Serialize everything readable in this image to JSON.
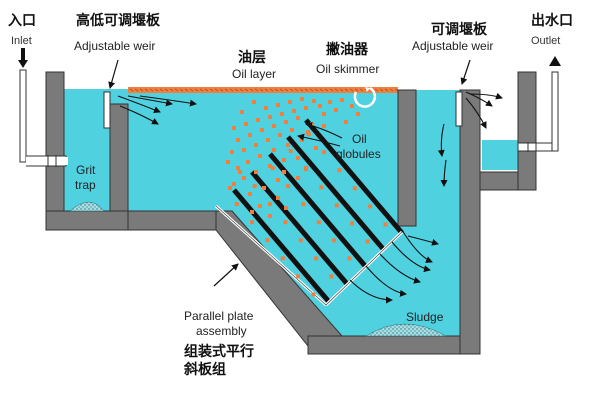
{
  "labels": {
    "inlet_cn": "入口",
    "inlet_en": "Inlet",
    "weir_left_cn": "高低可调堰板",
    "weir_left_en": "Adjustable weir",
    "oil_layer_cn": "油层",
    "oil_layer_en": "Oil layer",
    "skimmer_cn": "撇油器",
    "skimmer_en": "Oil skimmer",
    "weir_right_cn": "可调堰板",
    "weir_right_en": "Adjustable weir",
    "outlet_cn": "出水口",
    "outlet_en": "Outlet",
    "grit_trap_line1": "Grit",
    "grit_trap_line2": "trap",
    "oil_globules_line1": "Oil",
    "oil_globules_line2": "globules",
    "plate_en_line1": "Parallel plate",
    "plate_en_line2": "assembly",
    "plate_cn_line1": "组装式平行",
    "plate_cn_line2": "斜板组",
    "sludge_en": "Sludge"
  },
  "colors": {
    "water": "#4fd1e0",
    "wall": "#7a7a7a",
    "wall_edge": "#333333",
    "oil": "#ef7f3f",
    "plate": "#111111",
    "pipe": "#ffffff",
    "sludge": "#a9dde4"
  }
}
